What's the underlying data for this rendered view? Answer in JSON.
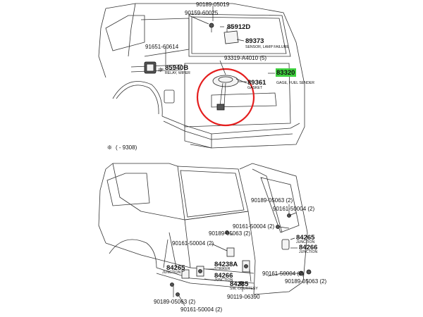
{
  "top": {
    "part_90189_05019": "90189-05019",
    "part_90159_60025": "90159-60025",
    "part_85912D": "85912D",
    "part_89373": "89373",
    "desc_89373": "SENSOR, LAMP FAILURE",
    "part_91651_60614": "91651-60614",
    "part_85940B": "85940B",
    "desc_85940B": "RELAY, WIPER",
    "part_93319": "93319-A4010 (5)",
    "part_89361": "89361",
    "desc_89361": "GASKET",
    "part_83320": "83320",
    "desc_83320": "GAGE, FUEL SENDER",
    "footnote_symbol": "❊",
    "footnote_text": "(    - 9308)",
    "highlight_color": "#3fd13f",
    "circle_color": "#e41e1e"
  },
  "bottom": {
    "part_90189_05063_r": "90189-05063 (2)",
    "part_90161_50004_r1": "90161-50004 (2)",
    "part_90161_50004_r2": "90161-50004 (2)",
    "part_90189_05063_c": "90189-05063 (2)",
    "part_90161_50004_l": "90161-50004 (2)",
    "part_84265_r": "84265",
    "desc_84265_r": "JUNCTION",
    "part_84266_r": "84266",
    "desc_84266_r": "JUNCTION",
    "part_84238A": "84238A",
    "desc_84238A": "STRIKER",
    "part_84266_c": "84266",
    "desc_84266_c": "JUNCTION",
    "part_84265_l": "84265",
    "desc_84265_l": "JUNCTION",
    "part_90161_50004_b": "90161-50004 (2)",
    "part_90119_06390": "90119-06390",
    "part_84235": "84235",
    "desc_84235": "SW, COURTESY",
    "part_90189_05063_br": "90189-05063 (2)",
    "part_90189_05063_bl": "90189-05063 (2)",
    "part_90161_50004_bl": "90161-50004 (2)"
  }
}
